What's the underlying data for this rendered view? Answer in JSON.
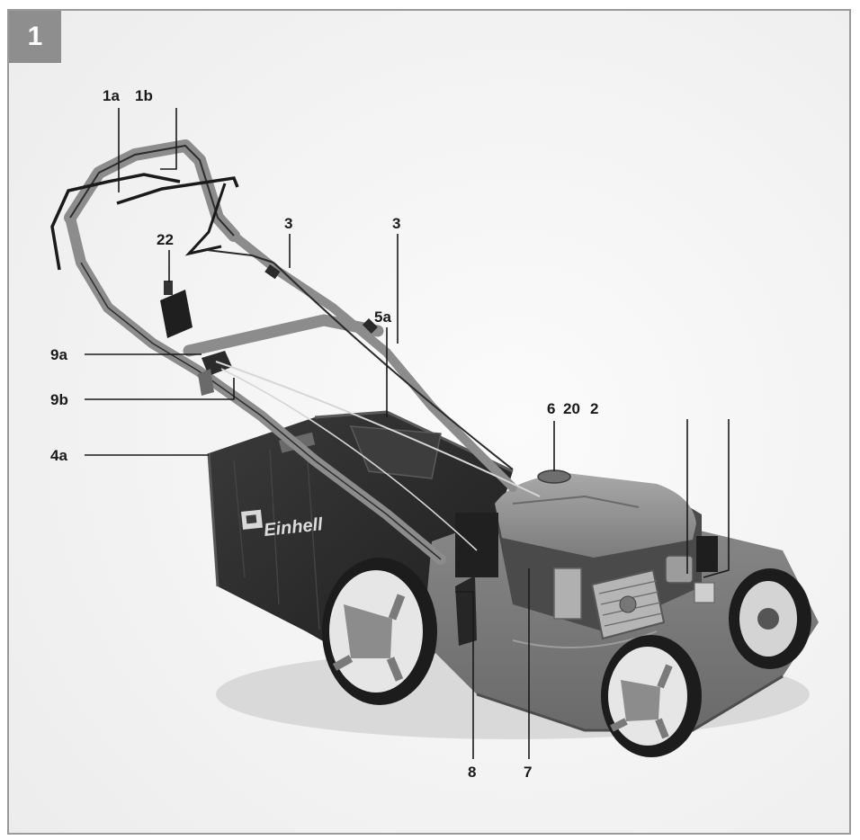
{
  "figure": {
    "number": "1"
  },
  "labels": {
    "l_1a": "1a",
    "l_1b": "1b",
    "l_22": "22",
    "l_3_left": "3",
    "l_3_right": "3",
    "l_9a": "9a",
    "l_9b": "9b",
    "l_5a": "5a",
    "l_6": "6",
    "l_20": "20",
    "l_2": "2",
    "l_4a": "4a",
    "l_8": "8",
    "l_7": "7"
  },
  "brand": {
    "logo_text": "Einhell"
  }
}
